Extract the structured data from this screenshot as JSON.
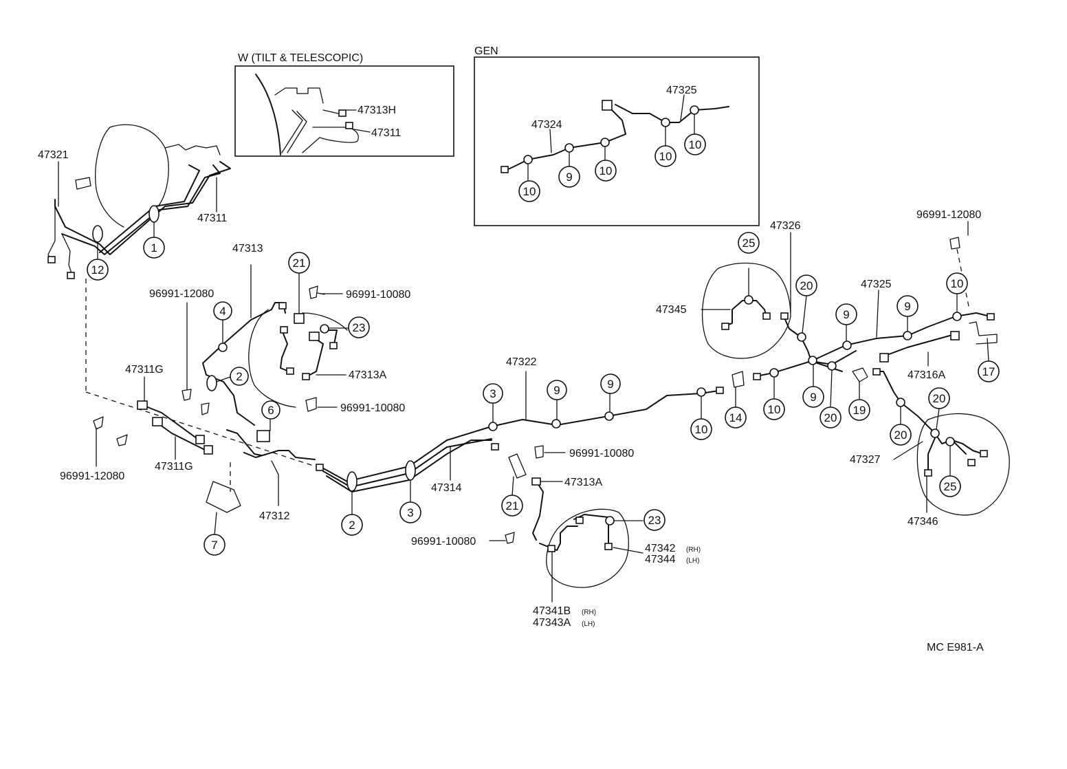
{
  "figure_code": "MC E981-A",
  "insets": {
    "tilt": {
      "title": "W (TILT & TELESCOPIC)",
      "parts": [
        "47313H",
        "47311"
      ]
    },
    "gen": {
      "title": "GEN",
      "parts": [
        "47325",
        "47324"
      ],
      "callouts": [
        "10",
        "9",
        "10",
        "10",
        "10"
      ]
    }
  },
  "part_labels": {
    "p47321": "47321",
    "p47311": "47311",
    "p47313": "47313",
    "p96991_12080_a": "96991-12080",
    "p96991_10080_a": "96991-10080",
    "p47313A_a": "47313A",
    "p96991_10080_b": "96991-10080",
    "p47311G_a": "47311G",
    "p47311G_b": "47311G",
    "p96991_12080_b": "96991-12080",
    "p47312": "47312",
    "p47322": "47322",
    "p47314": "47314",
    "p96991_10080_c": "96991-10080",
    "p47313A_b": "47313A",
    "p96991_10080_d": "96991-10080",
    "p47342": "47342",
    "p47342_side": "(RH)",
    "p47344": "47344",
    "p47344_side": "(LH)",
    "p47341B": "47341B",
    "p47341B_side": "(RH)",
    "p47343A": "47343A",
    "p47343A_side": "(LH)",
    "p47326": "47326",
    "p47345": "47345",
    "p96991_12080_c": "96991-12080",
    "p47325": "47325",
    "p47316A": "47316A",
    "p47327": "47327",
    "p47346": "47346"
  },
  "callouts": [
    "1",
    "12",
    "4",
    "2",
    "21",
    "23",
    "6",
    "7",
    "2",
    "3",
    "3",
    "9",
    "9",
    "21",
    "23",
    "10",
    "14",
    "10",
    "9",
    "20",
    "19",
    "25",
    "20",
    "9",
    "9",
    "10",
    "17",
    "20",
    "20",
    "25"
  ]
}
